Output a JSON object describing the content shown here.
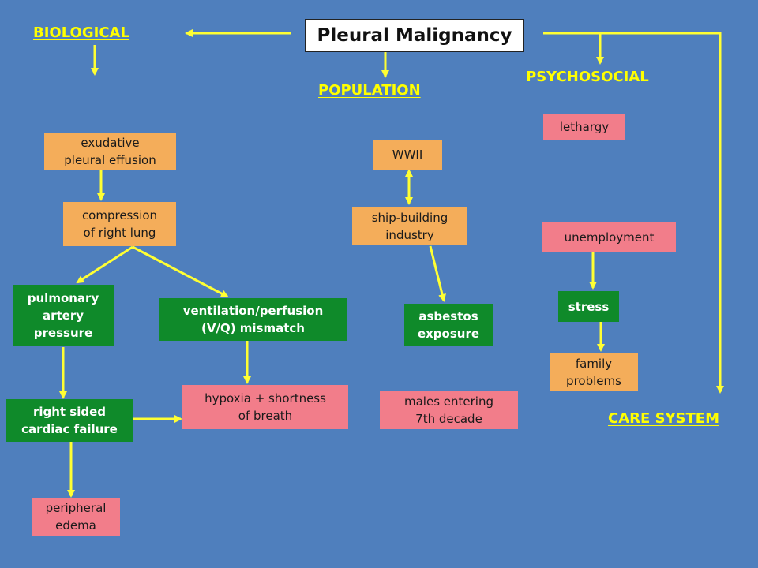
{
  "title": "Pleural Malignancy",
  "headings": {
    "biological": "BIOLOGICAL",
    "population": "POPULATION",
    "psychosocial": "PSYCHOSOCIAL",
    "care_system": "CARE SYSTEM"
  },
  "nodes": {
    "exudative": "exudative\npleural effusion",
    "compression": "compression\nof right lung",
    "pulmonary": "pulmonary\nartery\npressure",
    "vq": "ventilation/perfusion\n(V/Q) mismatch",
    "right_sided": "right sided\ncardiac failure",
    "hypoxia": "hypoxia + shortness\nof breath",
    "peripheral": "peripheral\nedema",
    "wwii": "WWII",
    "shipbuilding": "ship-building\nindustry",
    "asbestos": "asbestos\nexposure",
    "males": "males entering\n7th decade",
    "lethargy": "lethargy",
    "unemployment": "unemployment",
    "stress": "stress",
    "family": "family\nproblems"
  },
  "colors": {
    "background": "#4f7fbd",
    "arrow": "#ffff33",
    "heading": "#ffff00",
    "orange_box": "#f4ad5a",
    "pink_box": "#f27d8a",
    "green_box": "#0f8a2a"
  }
}
